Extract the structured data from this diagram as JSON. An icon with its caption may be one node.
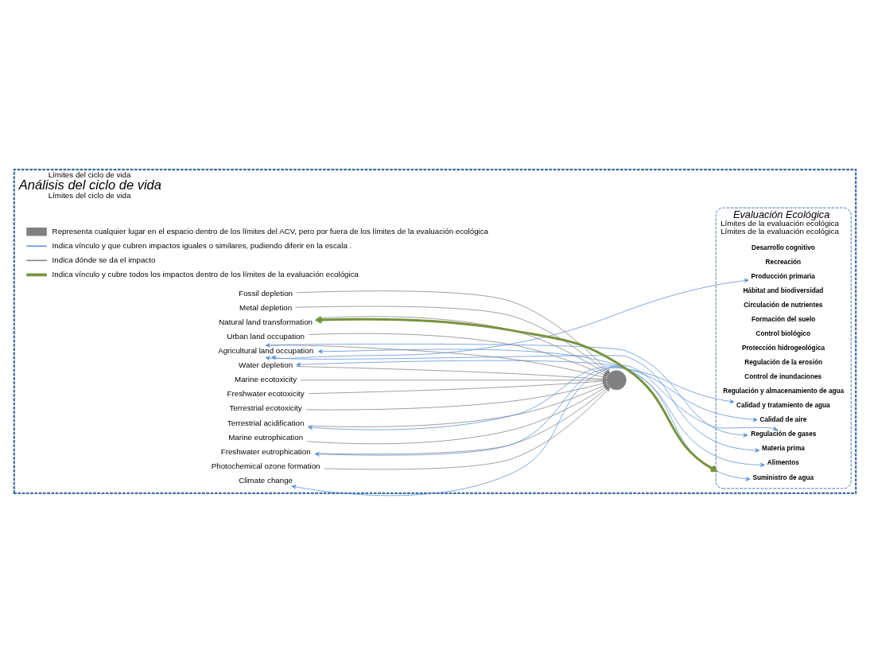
{
  "diagram": {
    "nodes": [
      {
        "text": [
          "Límites del ciclo de vida",
          "Análisis del ciclo de vida",
          "Límites del ciclo de vida"
        ]
      },
      {
        "text": [
          "Climate change"
        ],
        "in": 0
      },
      {
        "text": [
          "Photochemical ozone formation"
        ],
        "in": 0
      },
      {
        "text": [
          "Freshwater eutrophication"
        ],
        "in": 0
      },
      {
        "text": [
          "Marine eutrophication"
        ],
        "in": 0
      },
      {
        "text": [
          "Terrestrial acidification"
        ],
        "in": 0
      },
      {
        "text": [
          "Terrestrial ecotoxicity"
        ],
        "in": 0
      },
      {
        "text": [
          "Freshwater ecotoxicity"
        ],
        "in": 0
      },
      {
        "text": [
          "Marine ecotoxicity"
        ],
        "in": 0
      },
      {
        "text": [
          "Water depletion"
        ],
        "in": 0
      },
      {
        "text": [
          "Agricultural land occupation"
        ],
        "in": 0
      },
      {
        "text": [
          "Urban land occupation"
        ],
        "in": 0
      },
      {
        "text": [
          "Natural land transformation"
        ],
        "in": 0
      },
      {
        "text": [
          "Metal depletion"
        ],
        "in": 0
      },
      {
        "text": [
          "Fossil depletion"
        ],
        "in": 0
      },
      {
        "text": [],
        "shape": "circle",
        "in": 0
      },
      {
        "text": [
          "Evaluación Ecológica",
          "Límites de la evaluación ecológica",
          "Límites de la evaluación ecológica"
        ],
        "in": 0
      },
      {
        "text": [
          "Suministro de agua"
        ],
        "in": 16
      },
      {
        "text": [
          "Alimentos"
        ],
        "in": 16
      },
      {
        "text": [
          "Materia prima"
        ],
        "in": 16
      },
      {
        "text": [
          "Regulación de gases"
        ],
        "in": 16
      },
      {
        "text": [
          "Calidad de aire"
        ],
        "in": 16
      },
      {
        "text": [
          "Calidad y tratamiento de agua"
        ],
        "in": 16
      },
      {
        "text": [
          "Regulación y almacenamiento de agua"
        ],
        "in": 16
      },
      {
        "text": [
          "Control de inundaciones"
        ],
        "in": 16
      },
      {
        "text": [
          "Regulación de la erosión"
        ],
        "in": 16
      },
      {
        "text": [
          "Protección hidrogeológica"
        ],
        "in": 16
      },
      {
        "text": [
          "Control biológico"
        ],
        "in": 16
      },
      {
        "text": [
          "Formación del suelo"
        ],
        "in": 16
      },
      {
        "text": [
          "Circulación de nutrientes"
        ],
        "in": 16
      },
      {
        "text": [
          "Hábitat and biodiversidad"
        ],
        "in": 16
      },
      {
        "text": [
          "Producción primaria"
        ],
        "in": 16
      },
      {
        "text": [
          "Recreación"
        ],
        "in": 16
      },
      {
        "text": [
          "Desarrollo cognitivo"
        ],
        "in": 16
      }
    ],
    "edges": [
      {
        "from": 1,
        "to": 20,
        "arrow": "both",
        "color": "#558ed5"
      },
      {
        "from": 2,
        "to": 15,
        "arrow": "to"
      },
      {
        "from": 3,
        "to": 15,
        "arrow": "to"
      },
      {
        "from": 3,
        "to": 22,
        "arrow": "both",
        "color": "#558ed5"
      },
      {
        "from": 4,
        "to": 15,
        "arrow": "to"
      },
      {
        "from": 5,
        "to": 15,
        "arrow": "to"
      },
      {
        "from": 5,
        "to": 21,
        "arrow": "both",
        "color": "#558ed5"
      },
      {
        "from": 6,
        "to": 15,
        "arrow": "to"
      },
      {
        "from": 7,
        "to": 15,
        "arrow": "to"
      },
      {
        "from": 8,
        "to": 15,
        "arrow": "to"
      },
      {
        "from": 9,
        "to": 15,
        "arrow": "to"
      },
      {
        "from": 9,
        "to": 17,
        "arrow": "both",
        "color": "#558ed5"
      },
      {
        "from": 10,
        "to": 15,
        "arrow": "to"
      },
      {
        "from": 10,
        "to": 18,
        "arrow": "both",
        "color": "#558ed5"
      },
      {
        "from": 10,
        "to": 19,
        "arrow": "both",
        "color": "#558ed5"
      },
      {
        "from": 10,
        "to": 20,
        "arrow": "both",
        "color": "#558ed5"
      },
      {
        "from": 10,
        "to": 31,
        "arrow": "both",
        "color": "#558ed5"
      },
      {
        "from": 11,
        "to": 15,
        "arrow": "to"
      },
      {
        "from": 12,
        "to": 15,
        "arrow": "to"
      },
      {
        "from": 12,
        "to": 16,
        "arrow": "both",
        "style": "thick",
        "color": "#77933c"
      },
      {
        "from": 13,
        "to": 15,
        "arrow": "to"
      },
      {
        "from": 14,
        "to": 15,
        "arrow": "to"
      }
    ],
    "legend": [
      {
        "text": "Representa cualquier lugar en el espacio dentro de los límites del ACV, pero por fuera de los límites de la evaluación ecológica"
      },
      {
        "text": "Indica vínculo y que cubren impactos iguales o similares, pudiendo diferir en la escala ."
      },
      {
        "text": "Indica dónde se da el impacto"
      },
      {
        "text": "Indica vínculo y cubre todos los impactos dentro de los límites de la evaluación ecológica"
      }
    ]
  }
}
